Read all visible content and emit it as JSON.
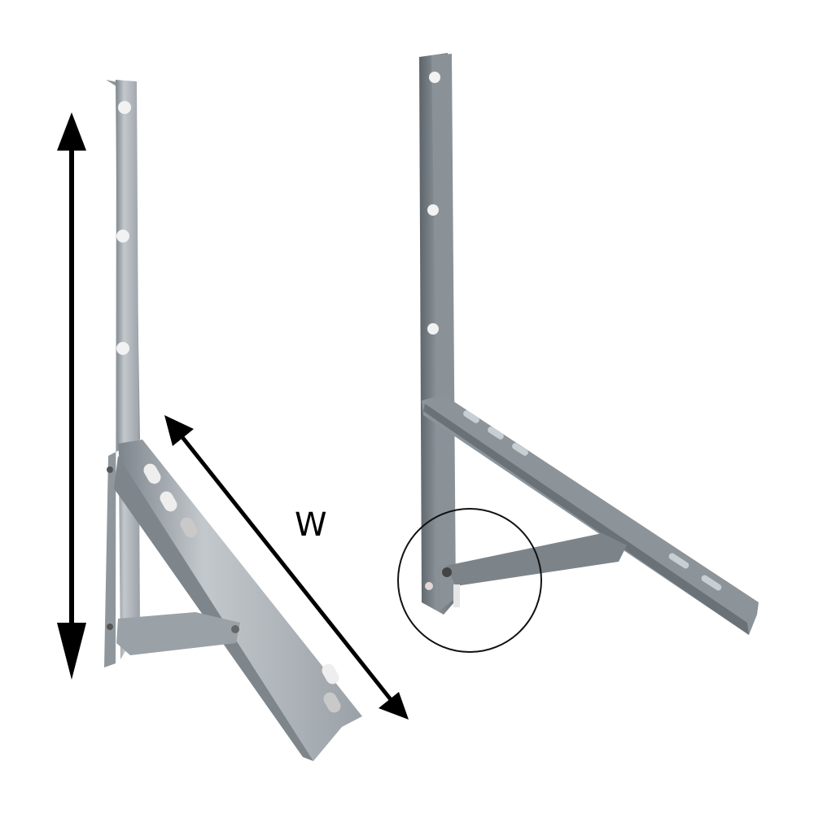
{
  "image": {
    "subject": "Pair of galvanized steel L-shaped wall mounting brackets",
    "dimension_labels": {
      "width": "W"
    },
    "colors": {
      "metal_light": "#b9bec3",
      "metal_mid": "#8e959c",
      "metal_dark": "#5f676e",
      "arrow": "#000000",
      "background": "#ffffff"
    },
    "callout": "circle highlighting bolt joint on right bracket"
  }
}
